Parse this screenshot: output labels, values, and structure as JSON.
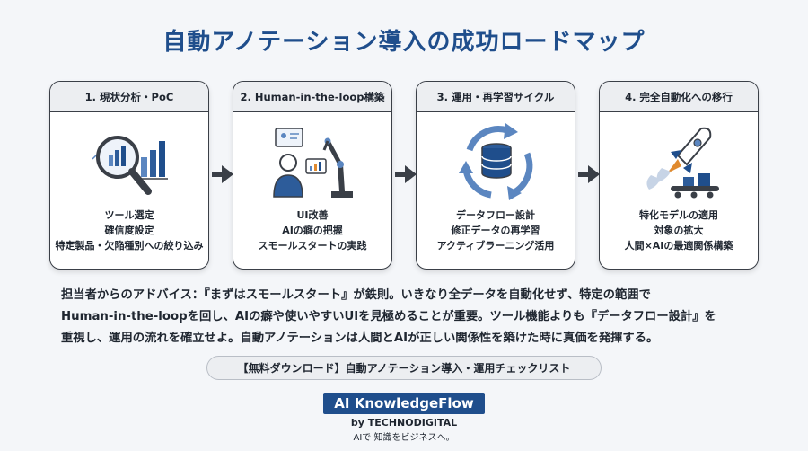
{
  "title": "自動アノテーション導入の成功ロードマップ",
  "steps": [
    {
      "heading": "1. 現状分析・PoC",
      "lines": [
        "ツール選定",
        "確信度設定",
        "特定製品・欠陥種別への絞り込み"
      ],
      "icon": "magnifier-chart-icon"
    },
    {
      "heading": "2. Human-in-the-loop構築",
      "lines": [
        "UI改善",
        "AIの癖の把握",
        "スモールスタートの実践"
      ],
      "icon": "human-robot-icon"
    },
    {
      "heading": "3. 運用・再学習サイクル",
      "lines": [
        "データフロー設計",
        "修正データの再学習",
        "アクティブラーニング活用"
      ],
      "icon": "database-cycle-icon"
    },
    {
      "heading": "4. 完全自動化への移行",
      "lines": [
        "特化モデルの適用",
        "対象の拡大",
        "人間×AIの最適関係構築"
      ],
      "icon": "rocket-conveyor-icon"
    }
  ],
  "advice": {
    "line1": "担当者からのアドバイス：『まずはスモールスタート』が鉄則。いきなり全データを自動化せず、特定の範囲で",
    "line2": "Human-in-the-loopを回し、AIの癖や使いやすいUIを見極めることが重要。ツール機能よりも『データフロー設計』を",
    "line3": "重視し、運用の流れを確立せよ。自動アノテーションは人間とAIが正しい関係性を築けた時に真価を発揮する。"
  },
  "cta_label": "【無料ダウンロード】自動アノテーション導入・運用チェックリスト",
  "brand": {
    "name": "AI KnowledgeFlow",
    "by": "by TECHNODIGITAL",
    "tagline": "AIで 知識をビジネスへ。"
  },
  "colors": {
    "accent": "#1f4e8c",
    "card_header": "#eceef1",
    "border": "#3a3f47"
  }
}
